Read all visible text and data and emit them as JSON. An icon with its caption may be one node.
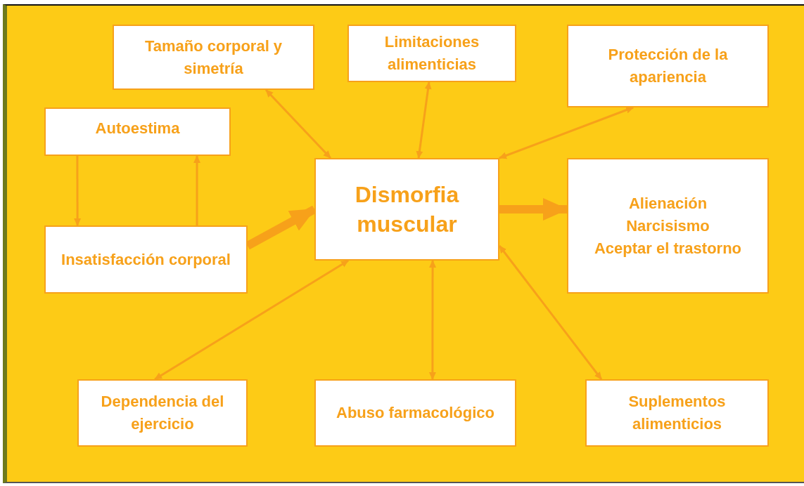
{
  "diagram": {
    "nodes": [
      {
        "text": [
          "Tamaño corporal y simetría"
        ]
      },
      {
        "text": [
          "Limitaciones alimenticias"
        ]
      },
      {
        "text": [
          "Protección de la apariencia"
        ]
      },
      {
        "text": [
          "Autoestima"
        ]
      },
      {
        "text": [
          "Dismorfia muscular"
        ]
      },
      {
        "text": [
          "Alienación",
          "Narcisismo",
          "Aceptar el trastorno"
        ]
      },
      {
        "text": [
          "Insatisfacción corporal"
        ]
      },
      {
        "text": [
          "Dependencia del ejercicio"
        ]
      },
      {
        "text": [
          "Abuso farmacológico"
        ]
      },
      {
        "text": [
          "Suplementos alimenticios"
        ]
      }
    ],
    "edges": [
      {
        "from": 0,
        "to": 4,
        "arrow": "both"
      },
      {
        "from": 1,
        "to": 4,
        "arrow": "both"
      },
      {
        "from": 2,
        "to": 4,
        "arrow": "both"
      },
      {
        "from": 3,
        "to": 6,
        "arrow": "to"
      },
      {
        "from": 6,
        "to": 3,
        "arrow": "to"
      },
      {
        "from": 6,
        "to": 4,
        "arrow": "to",
        "style": "thick"
      },
      {
        "from": 4,
        "to": 5,
        "arrow": "to",
        "style": "thick"
      },
      {
        "from": 7,
        "to": 4,
        "arrow": "both"
      },
      {
        "from": 8,
        "to": 4,
        "arrow": "both"
      },
      {
        "from": 9,
        "to": 4,
        "arrow": "both"
      }
    ]
  }
}
